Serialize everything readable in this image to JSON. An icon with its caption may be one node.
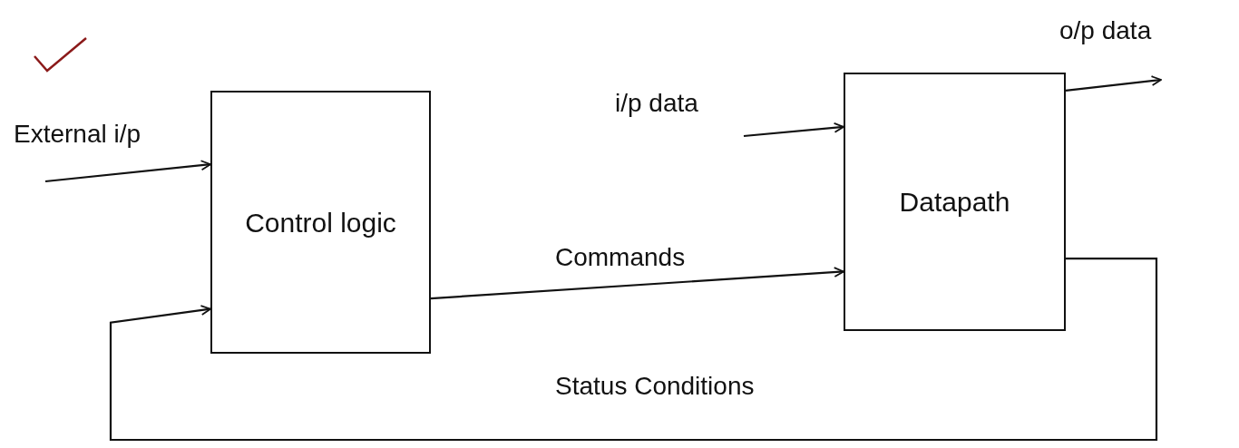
{
  "diagram": {
    "nodes": [
      {
        "text": [
          "Control logic"
        ]
      },
      {
        "text": [
          "Datapath"
        ]
      }
    ],
    "edges": [
      {
        "from": null,
        "to": 0,
        "arrow": "to",
        "label": "External i/p"
      },
      {
        "from": null,
        "to": 1,
        "arrow": "to",
        "label": "i/p data"
      },
      {
        "from": 1,
        "to": null,
        "arrow": "to",
        "label": "o/p data"
      },
      {
        "from": 0,
        "to": 1,
        "arrow": "to",
        "label": "Commands"
      },
      {
        "from": 1,
        "to": 0,
        "arrow": "to",
        "label": "Status Conditions"
      }
    ]
  }
}
